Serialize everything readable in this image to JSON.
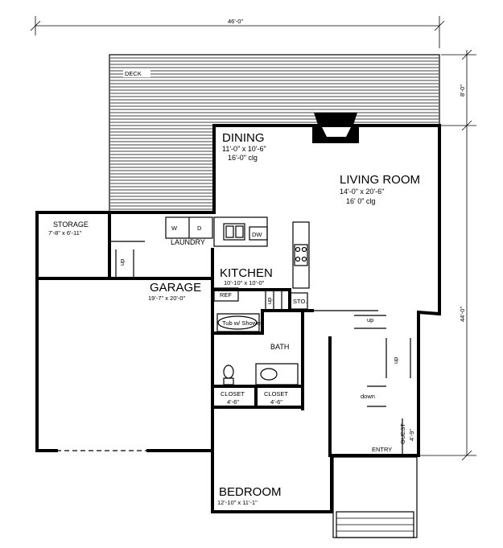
{
  "dimensions": {
    "overall_width": "46'-0\"",
    "deck_depth": "8'-0\"",
    "overall_depth": "44'-0\""
  },
  "deck": {
    "label": "DECK"
  },
  "rooms": {
    "dining": {
      "name": "DINING",
      "size": "11'-0\" x 10'-6\"",
      "ceiling": "16'-0\" clg"
    },
    "living_room": {
      "name": "LIVING ROOM",
      "size": "14'-0\" x 20'-6\"",
      "ceiling": "16' 0\" clg"
    },
    "storage": {
      "name": "STORAGE",
      "size": "7'-8\" x 6'-11\""
    },
    "laundry": {
      "name": "LAUNDRY",
      "washer": "W",
      "dryer": "D"
    },
    "kitchen": {
      "name": "KITCHEN",
      "size": "10'-10\" x 10'-0\"",
      "dishwasher": "DW",
      "refrigerator": "REF",
      "storage": "STO."
    },
    "garage": {
      "name": "GARAGE",
      "size": "19'-7\" x 20'-0\""
    },
    "bath": {
      "name": "BATH",
      "tub": "Tub w/ Shower"
    },
    "closet_1": {
      "name": "CLOSET",
      "size": "4'-6\""
    },
    "closet_2": {
      "name": "CLOSET",
      "size": "4'-6\""
    },
    "bedroom": {
      "name": "BEDROOM",
      "size": "12'-10\" x 11'-1\""
    },
    "entry": {
      "name": "ENTRY"
    },
    "guest": {
      "name": "GUEST",
      "size": "4'-9\""
    }
  },
  "stairs": {
    "garage_up": "up",
    "kitchen_up": "up",
    "hall_up_1": "up",
    "hall_up_2": "up",
    "hall_down": "down"
  }
}
